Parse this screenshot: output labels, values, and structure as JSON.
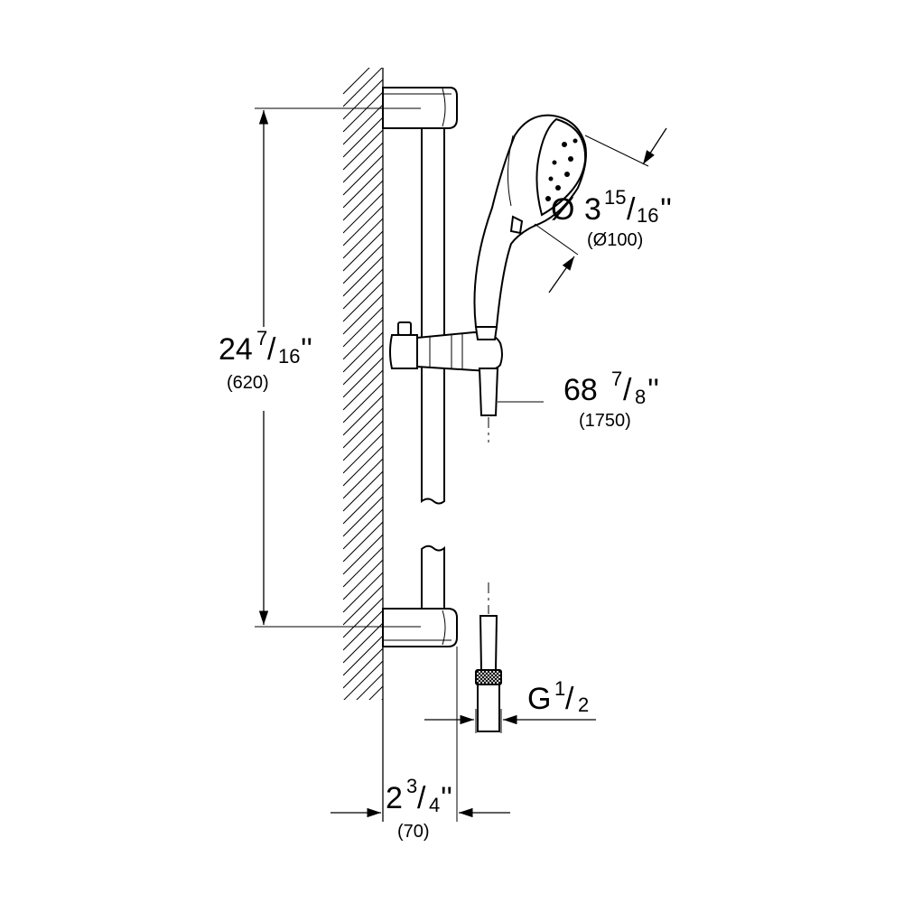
{
  "dimensions": {
    "bar_height": {
      "whole": "24",
      "num": "7",
      "den": "16",
      "unit": "''",
      "mm": "(620)"
    },
    "head_diameter": {
      "symbol": "Ø",
      "whole": "3",
      "num": "15",
      "den": "16",
      "unit": "''",
      "mm": "(Ø100)"
    },
    "hose_length": {
      "whole": "68",
      "num": "7",
      "den": "8",
      "unit": "''",
      "mm": "(1750)"
    },
    "thread": {
      "prefix": "G",
      "num": "1",
      "den": "2"
    },
    "wall_offset": {
      "whole": "2",
      "num": "3",
      "den": "4",
      "unit": "''",
      "mm": "(70)"
    }
  }
}
